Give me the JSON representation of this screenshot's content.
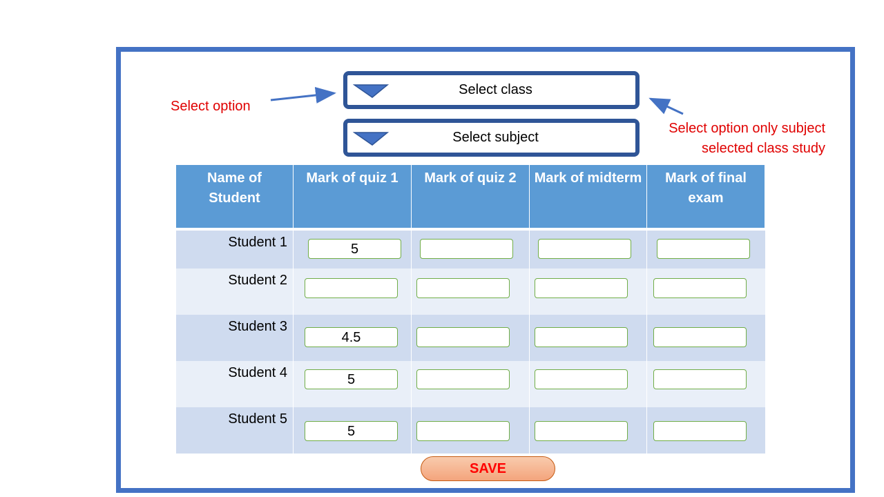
{
  "dropdowns": {
    "class_label": "Select class",
    "subject_label": "Select subject"
  },
  "annotations": {
    "left": "Select option",
    "right_line1": "Select option only subject",
    "right_line2": "selected class study"
  },
  "table": {
    "headers": [
      "Name of Student",
      "Mark of quiz 1",
      "Mark of quiz 2",
      "Mark of midterm",
      "Mark of final exam"
    ],
    "rows": [
      {
        "name": "Student 1",
        "marks": [
          "5",
          "",
          "",
          ""
        ]
      },
      {
        "name": "Student 2",
        "marks": [
          "",
          "",
          "",
          ""
        ]
      },
      {
        "name": "Student 3",
        "marks": [
          "4.5",
          "",
          "",
          ""
        ]
      },
      {
        "name": "Student 4",
        "marks": [
          "5",
          "",
          "",
          ""
        ]
      },
      {
        "name": "Student 5",
        "marks": [
          "5",
          "",
          "",
          ""
        ]
      }
    ]
  },
  "save_label": "SAVE",
  "colors": {
    "frame": "#4472c4",
    "dropdown_border": "#2f5597",
    "header_bg": "#5b9bd5",
    "row_dark": "#cfdbef",
    "row_light": "#e9eff8",
    "annotation_text": "#e00000",
    "field_border": "#70ad47",
    "save_text": "#ff0000"
  }
}
